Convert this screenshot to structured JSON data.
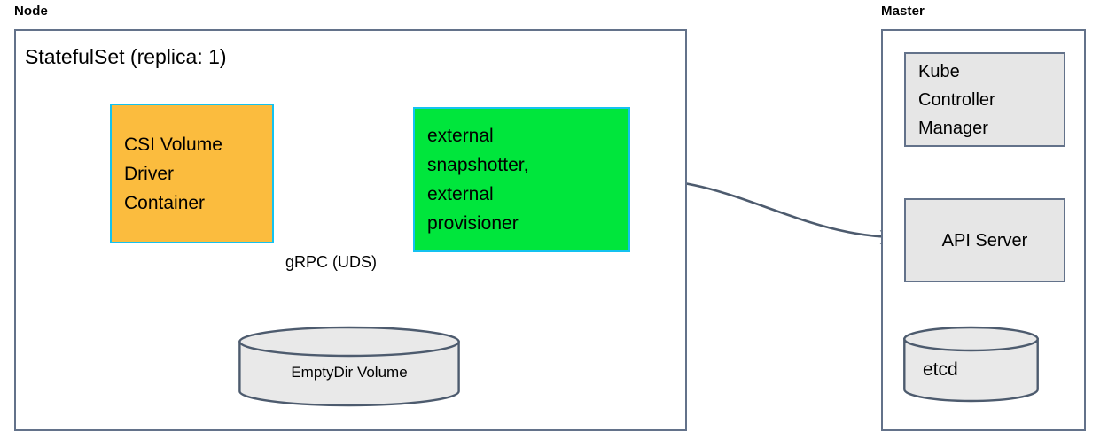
{
  "diagram": {
    "title_node": "Node",
    "title_master": "Master",
    "statefulset_title": "StatefulSet (replica: 1)"
  },
  "colors": {
    "orange_fill": "#fbbc3e",
    "green_fill": "#00e63c",
    "cyan_border": "#14c2f0",
    "gray_fill": "#e6e6e6",
    "slate_border": "#63728a",
    "arrow": "#4d5b6e",
    "background": "#ffffff"
  },
  "zones": [
    {
      "name": "node",
      "label": "Node"
    },
    {
      "name": "master",
      "label": "Master"
    }
  ],
  "nodes": {
    "csi_driver": {
      "lines": [
        "CSI Volume",
        "Driver",
        "Container"
      ],
      "fill": "#fbbc3e",
      "border": "#14c2f0"
    },
    "external_sidecars": {
      "lines": [
        "external",
        "snapshotter,",
        "external",
        "provisioner"
      ],
      "fill": "#00e63c",
      "border": "#14c2f0"
    },
    "emptydir_volume": {
      "label": "EmptyDir Volume",
      "shape": "cylinder",
      "fill": "#e6e6e6",
      "border": "#4d5b6e"
    },
    "kube_controller_manager": {
      "lines": [
        "Kube",
        "Controller",
        "Manager"
      ],
      "fill": "#e6e6e6",
      "border": "#63728a"
    },
    "api_server": {
      "lines": [
        "API Server"
      ],
      "fill": "#e6e6e6",
      "border": "#63728a"
    },
    "etcd": {
      "label": "etcd",
      "shape": "cylinder",
      "fill": "#e6e6e6",
      "border": "#4d5b6e"
    }
  },
  "edges": [
    {
      "name": "csi-to-emptydir",
      "label": "gRPC (UDS)",
      "from": "csi_driver",
      "to": "emptydir_volume",
      "direction": "bidirectional"
    },
    {
      "name": "sidecars-to-emptydir",
      "label": "",
      "from": "external_sidecars",
      "to": "emptydir_volume",
      "direction": "bidirectional"
    },
    {
      "name": "sidecars-to-api-server",
      "label": "",
      "from": "external_sidecars",
      "to": "api_server",
      "direction": "bidirectional"
    },
    {
      "name": "kcm-to-api-server",
      "label": "",
      "from": "kube_controller_manager",
      "to": "api_server",
      "direction": "bidirectional"
    },
    {
      "name": "api-server-to-etcd",
      "label": "",
      "from": "api_server",
      "to": "etcd",
      "direction": "bidirectional"
    }
  ],
  "edge_labels": {
    "grpc": "gRPC (UDS)"
  }
}
